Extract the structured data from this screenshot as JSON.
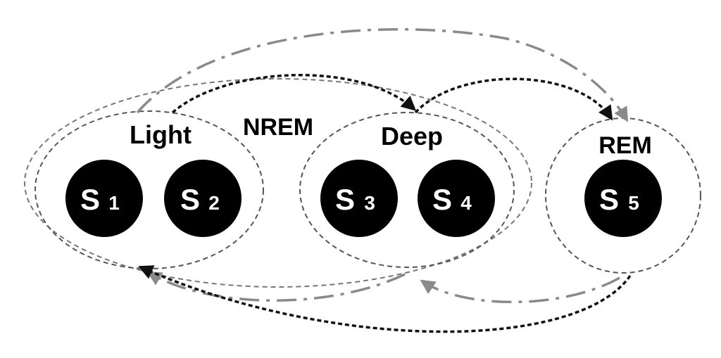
{
  "groups": {
    "light": "Light",
    "nrem": "NREM",
    "deep": "Deep",
    "rem": "REM"
  },
  "nodes": [
    {
      "letter": "S",
      "index": "1"
    },
    {
      "letter": "S",
      "index": "2"
    },
    {
      "letter": "S",
      "index": "3"
    },
    {
      "letter": "S",
      "index": "4"
    },
    {
      "letter": "S",
      "index": "5"
    }
  ],
  "colors": {
    "node_fill": "#000000",
    "node_text": "#ffffff",
    "black_arrow": "#111111",
    "gray_arrow": "#8a8a8a",
    "ellipse_stroke": "#555555"
  }
}
